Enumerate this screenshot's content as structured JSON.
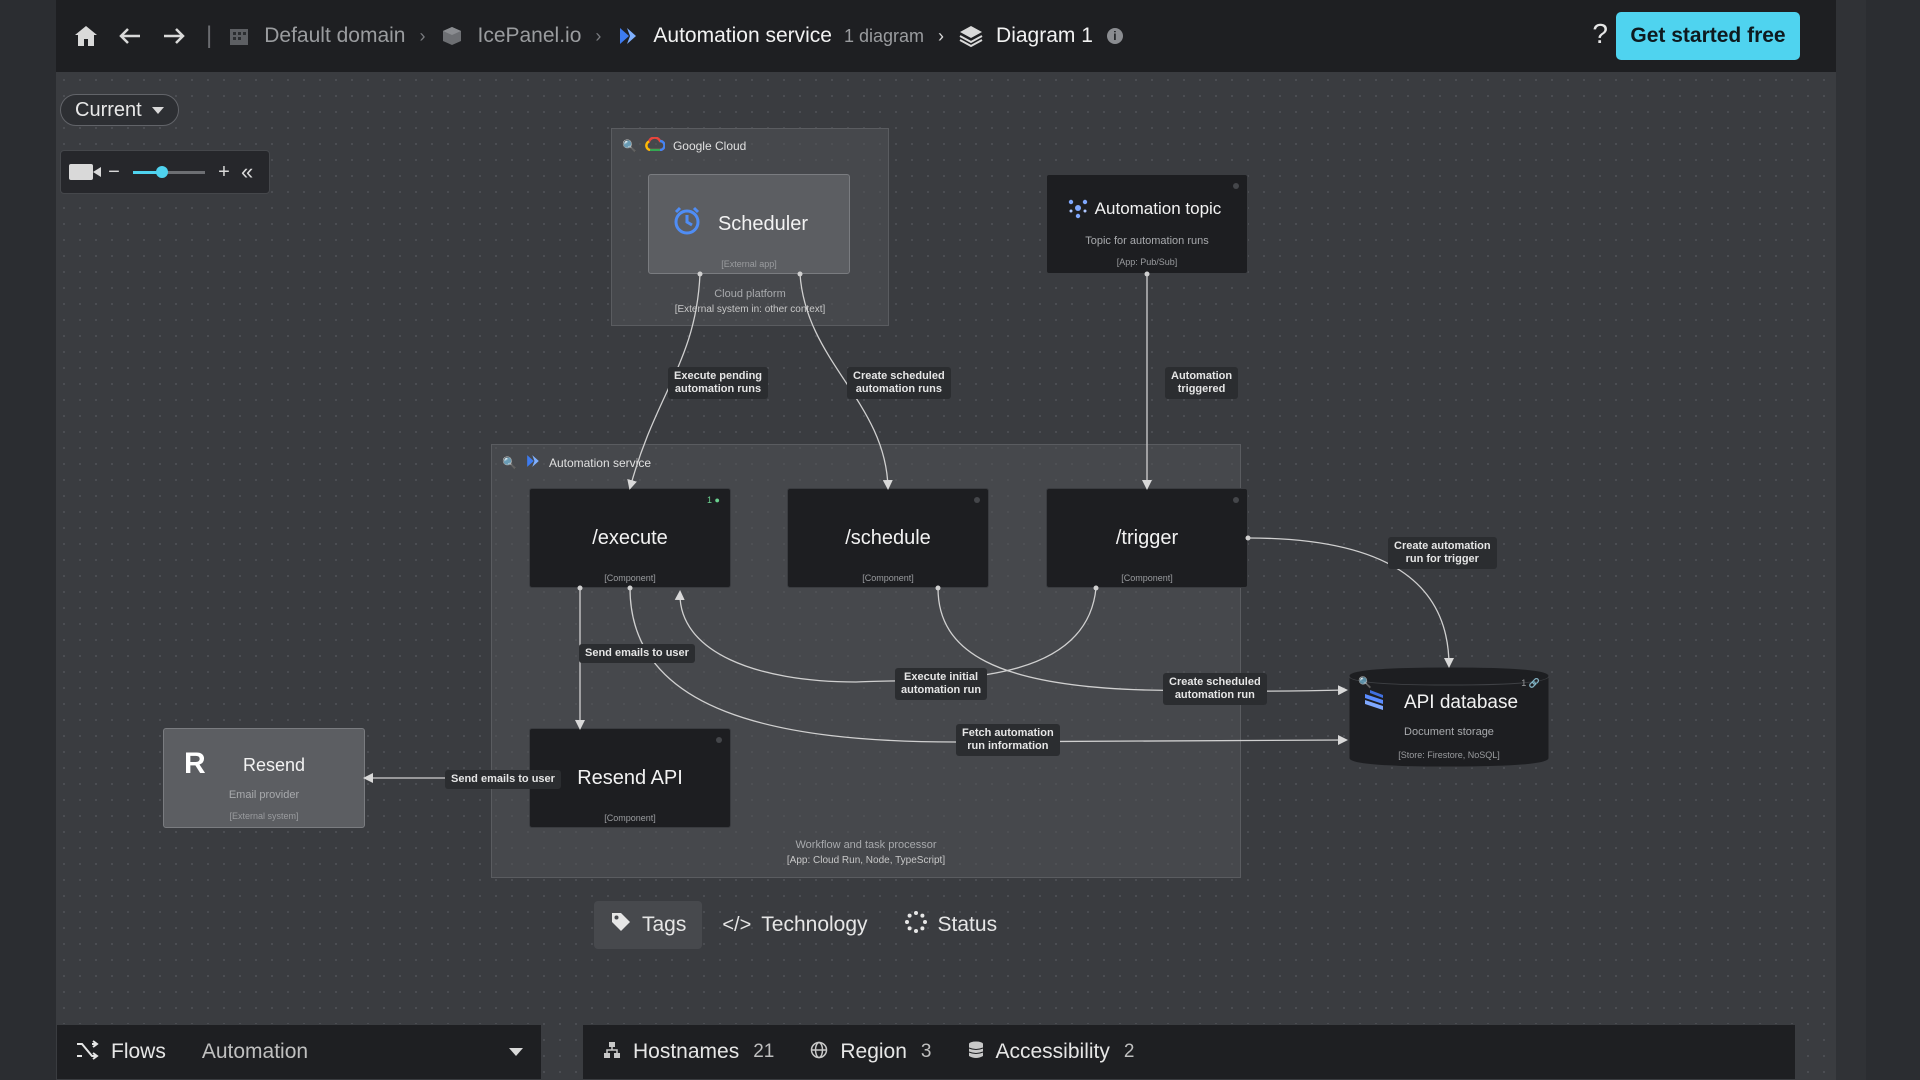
{
  "topbar": {
    "crumbs": {
      "domain": "Default domain",
      "landscape": "IcePanel.io",
      "system": "Automation service",
      "system_sub": "1 diagram",
      "diagram": "Diagram 1"
    },
    "help": "?",
    "cta": "Get started free"
  },
  "canvas": {
    "version": "Current",
    "zoom_percent": 40
  },
  "groups": {
    "google": {
      "name": "Google Cloud",
      "desc": "Cloud platform",
      "tech": "[External system in: other context]"
    },
    "automation": {
      "name": "Automation service",
      "desc": "Workflow and task processor",
      "tech": "[App: Cloud Run, Node, TypeScript]"
    }
  },
  "nodes": {
    "scheduler": {
      "title": "Scheduler",
      "tag": "[External app]"
    },
    "topic": {
      "title": "Automation topic",
      "desc": "Topic for automation runs",
      "tag": "[App: Pub/Sub]"
    },
    "execute": {
      "title": "/execute",
      "tag": "[Component]",
      "badge": "1 ●"
    },
    "schedule": {
      "title": "/schedule",
      "tag": "[Component]"
    },
    "trigger": {
      "title": "/trigger",
      "tag": "[Component]"
    },
    "resend_api": {
      "title": "Resend API",
      "tag": "[Component]"
    },
    "resend": {
      "title": "Resend",
      "desc": "Email provider",
      "tag": "[External system]"
    },
    "apidb": {
      "title": "API database",
      "desc": "Document storage",
      "tag": "[Store: Firestore, NoSQL]",
      "badge": "1 🔗"
    }
  },
  "edges": {
    "e1": "Execute pending\nautomation runs",
    "e2": "Create scheduled\nautomation runs",
    "e3": "Automation\ntriggered",
    "e4": "Create automation\nrun for trigger",
    "e5": "Send emails to user",
    "e6": "Execute initial\nautomation run",
    "e7": "Create scheduled\nautomation run",
    "e8": "Fetch automation\nrun information",
    "e9": "Send emails to user"
  },
  "bottom": {
    "tabs": [
      {
        "label": "Tags",
        "icon": "tag-icon"
      },
      {
        "label": "Technology",
        "icon": "code-icon"
      },
      {
        "label": "Status",
        "icon": "status-icon"
      }
    ],
    "flows_label": "Flows",
    "flows_value": "Automation",
    "filters": [
      {
        "label": "Hostnames",
        "count": "21",
        "icon": "hostnames-icon"
      },
      {
        "label": "Region",
        "count": "3",
        "icon": "globe-icon"
      },
      {
        "label": "Accessibility",
        "count": "2",
        "icon": "database-icon"
      }
    ]
  },
  "colors": {
    "accent": "#4fd3ef",
    "node_bg": "#1d1e21",
    "canvas_bg": "#3a3c40"
  }
}
